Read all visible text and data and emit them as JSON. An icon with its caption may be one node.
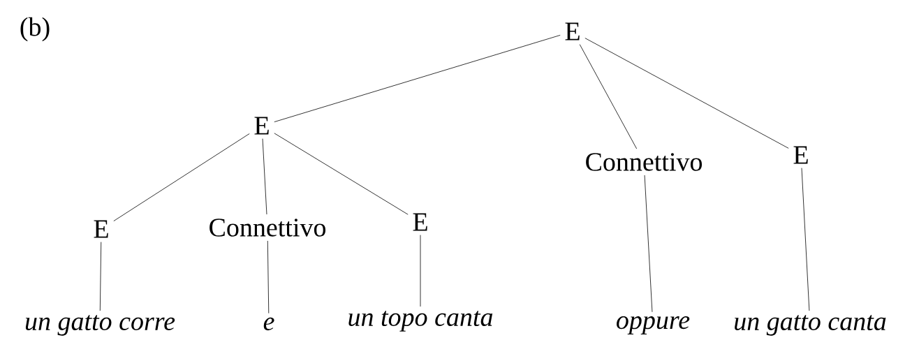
{
  "diagram": {
    "nodes": [
      {
        "text": [
          "E"
        ]
      },
      {
        "text": [
          "E"
        ]
      },
      {
        "text": [
          "Connettivo"
        ]
      },
      {
        "text": [
          "E"
        ]
      },
      {
        "text": [
          "E"
        ]
      },
      {
        "text": [
          "Connettivo"
        ]
      },
      {
        "text": [
          "E"
        ]
      },
      {
        "text": [
          "un gatto corre"
        ]
      },
      {
        "text": [
          "e"
        ]
      },
      {
        "text": [
          "un topo canta"
        ]
      },
      {
        "text": [
          "oppure"
        ]
      },
      {
        "text": [
          "un gatto canta"
        ]
      }
    ],
    "edges": [
      {
        "from": 0,
        "to": 1,
        "arrow": "none"
      },
      {
        "from": 0,
        "to": 2,
        "arrow": "none"
      },
      {
        "from": 0,
        "to": 3,
        "arrow": "none"
      },
      {
        "from": 1,
        "to": 4,
        "arrow": "none"
      },
      {
        "from": 1,
        "to": 5,
        "arrow": "none"
      },
      {
        "from": 1,
        "to": 6,
        "arrow": "none"
      },
      {
        "from": 4,
        "to": 7,
        "arrow": "none"
      },
      {
        "from": 5,
        "to": 8,
        "arrow": "none"
      },
      {
        "from": 6,
        "to": 9,
        "arrow": "none"
      },
      {
        "from": 2,
        "to": 10,
        "arrow": "none"
      },
      {
        "from": 3,
        "to": 11,
        "arrow": "none"
      }
    ],
    "labels": [
      "(b)"
    ]
  }
}
